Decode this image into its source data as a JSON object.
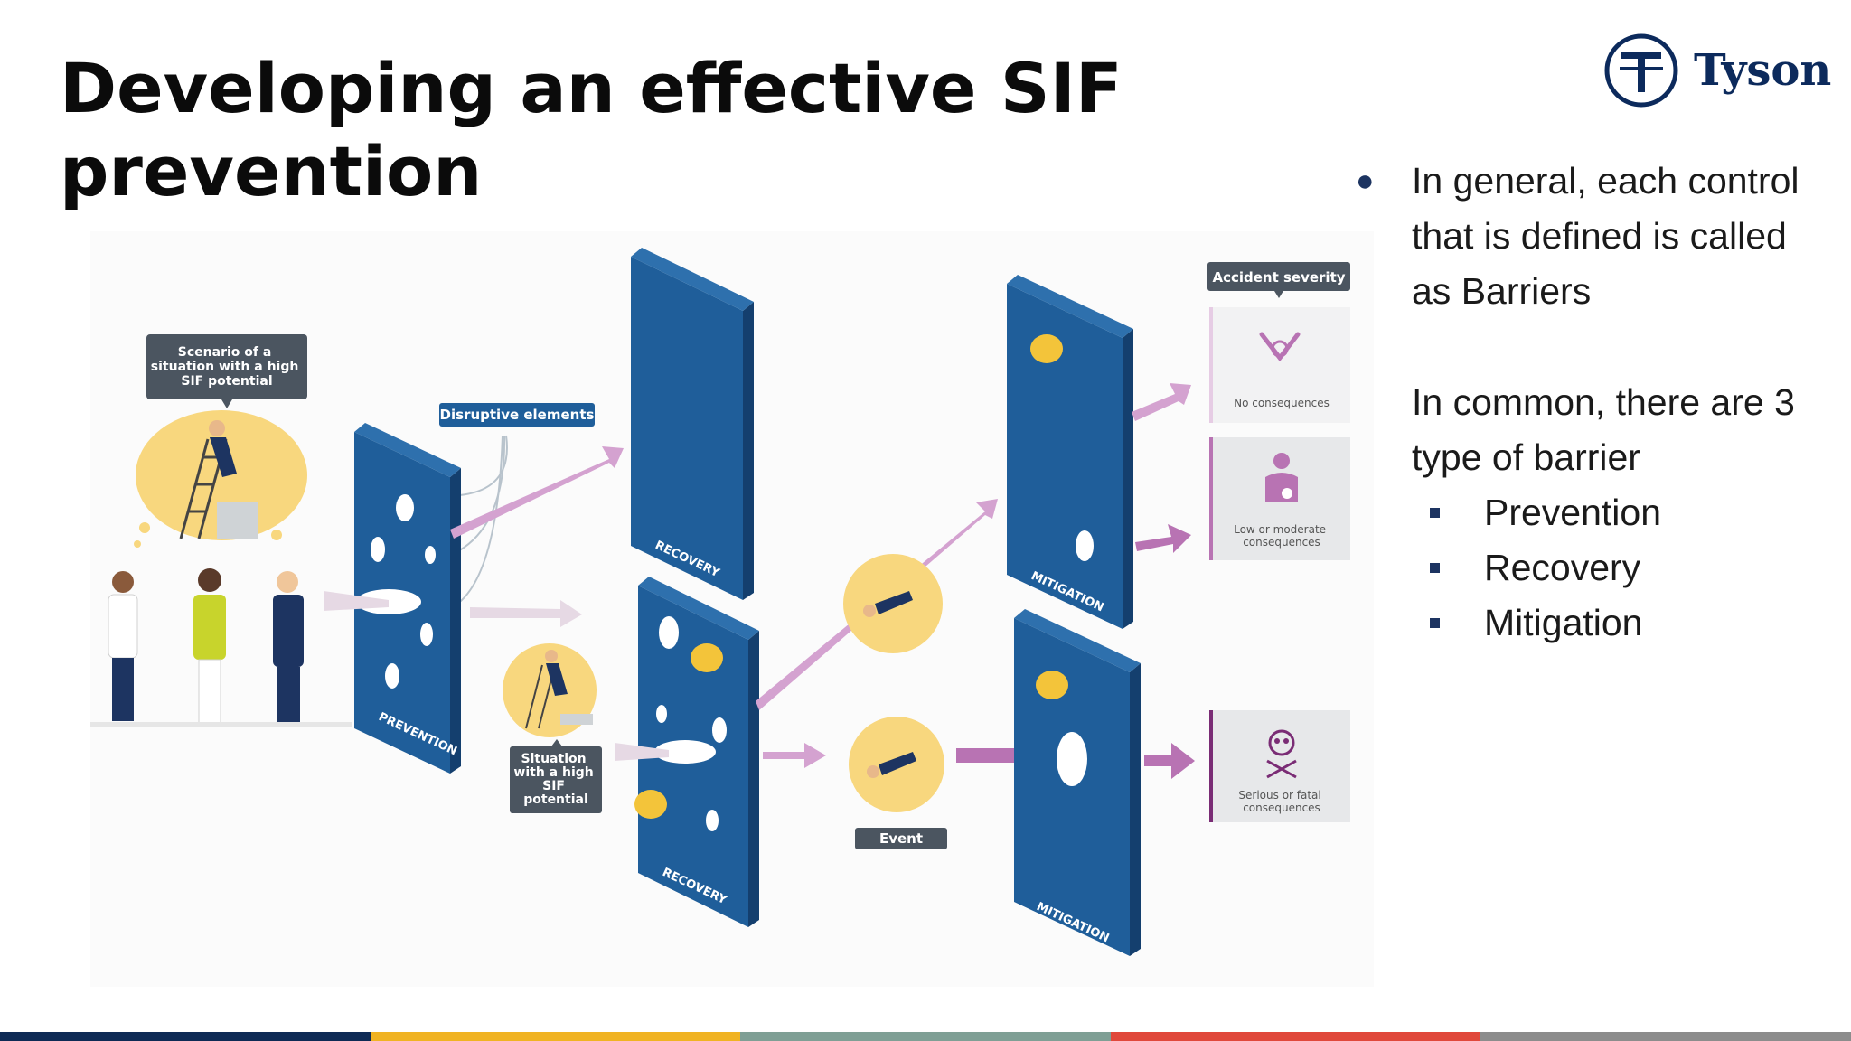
{
  "slide": {
    "title": "Developing an effective SIF prevention",
    "brand_name": "Tyson"
  },
  "bullets": [
    {
      "text": "In general, each control that is defined is called as Barriers"
    },
    {
      "text": "In common, there are 3 type of barrier",
      "sub": [
        "Prevention",
        "Recovery",
        "Mitigation"
      ]
    }
  ],
  "diagram": {
    "scenario_lines": [
      "Scenario of a",
      "situation with a high",
      "SIF potential"
    ],
    "disruptive_label": "Disruptive elements",
    "situation_lines": [
      "Situation",
      "with a high",
      "SIF",
      "potential"
    ],
    "event_label": "Event",
    "accident_severity_label": "Accident severity",
    "panels": {
      "prevention": "PREVENTION",
      "recovery_top": "RECOVERY",
      "recovery_bottom": "RECOVERY",
      "mitigation_top": "MITIGATION",
      "mitigation_bottom": "MITIGATION"
    },
    "outcomes": {
      "none": "No consequences",
      "low_lines": [
        "Low or moderate",
        "consequences"
      ],
      "serious_lines": [
        "Serious or fatal",
        "consequences"
      ]
    }
  },
  "colors": {
    "panel": "#1f5e9a",
    "panel_side": "#143f6e",
    "arrow": "#d4a2d0",
    "arrow_strong": "#b873b3",
    "callout": "#4b5560",
    "accent_yellow": "#f3c43a",
    "footer": [
      "#0e2a55",
      "#f0b323",
      "#7f9f95",
      "#e0483b",
      "#8c8c8c"
    ]
  },
  "icons": {
    "logo": "tyson-logo-icon",
    "bullet": "bullet-dot-icon",
    "sub_bullet": "square-bullet-icon"
  }
}
